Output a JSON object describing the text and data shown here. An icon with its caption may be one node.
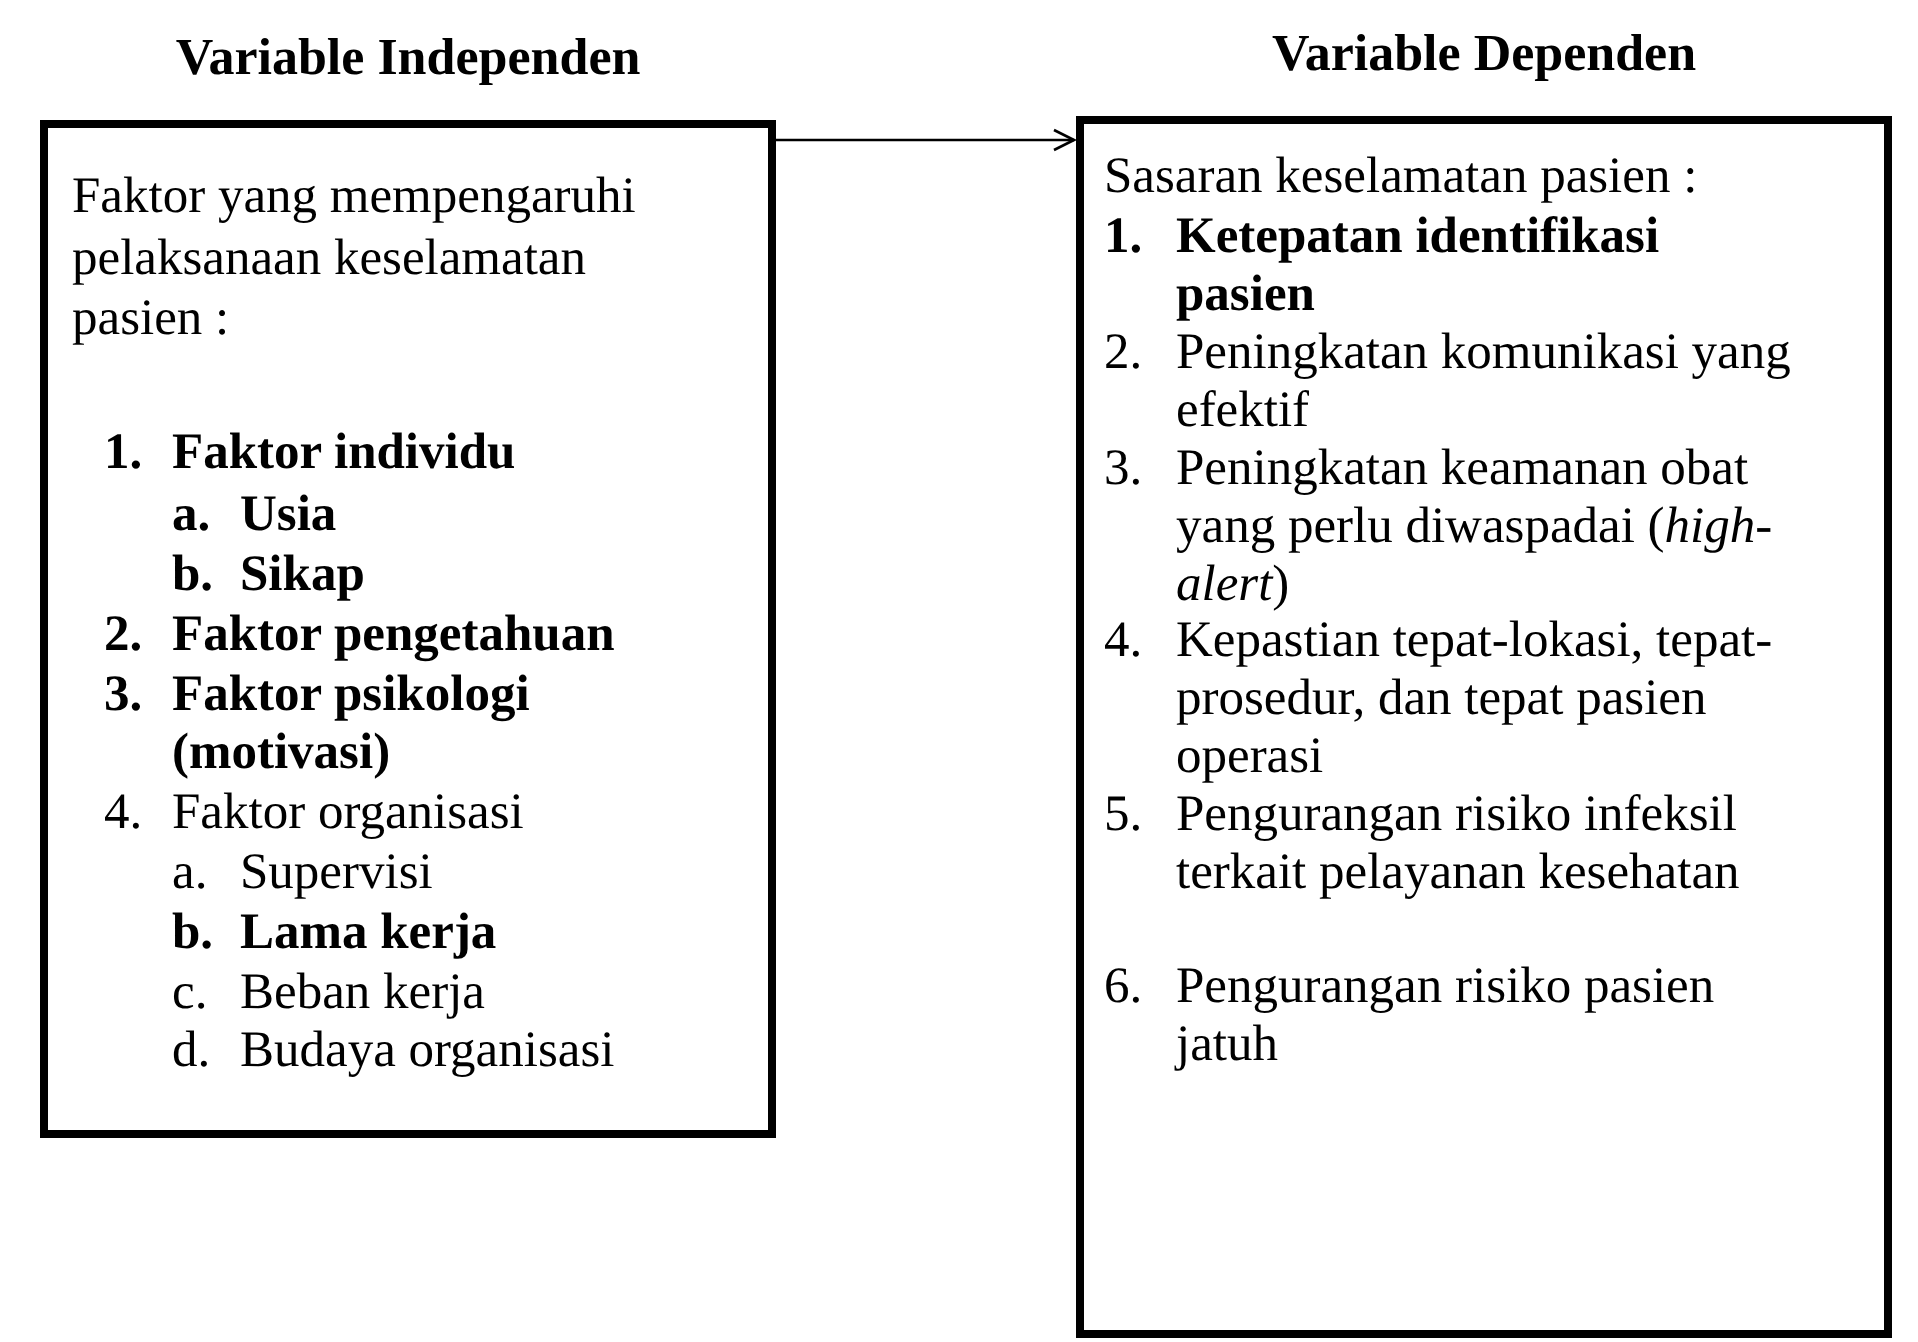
{
  "diagram": {
    "nodes": [
      {
        "text": [
          "Variable Independen",
          "Faktor yang mempengaruhi pelaksanaan keselamatan pasien :",
          "1. Faktor individu",
          "a. Usia",
          "b. Sikap",
          "2. Faktor pengetahuan",
          "3. Faktor psikologi (motivasi)",
          "4. Faktor organisasi",
          "a. Supervisi",
          "b. Lama kerja",
          "c. Beban kerja",
          "d. Budaya organisasi"
        ]
      },
      {
        "text": [
          "Variable Dependen",
          "Sasaran keselamatan pasien :",
          "1. Ketepatan identifikasi pasien",
          "2. Peningkatan komunikasi yang efektif",
          "3. Peningkatan keamanan obat yang perlu diwaspadai (*high-alert*)",
          "4. Kepastian tepat-lokasi, tepat-prosedur, dan tepat pasien operasi",
          "5. Pengurangan risiko infeksil terkait pelayanan kesehatan",
          "6. Pengurangan risiko pasien jatuh"
        ]
      }
    ],
    "edges": [
      {
        "from": 0,
        "to": 1,
        "arrow": "to"
      }
    ]
  }
}
